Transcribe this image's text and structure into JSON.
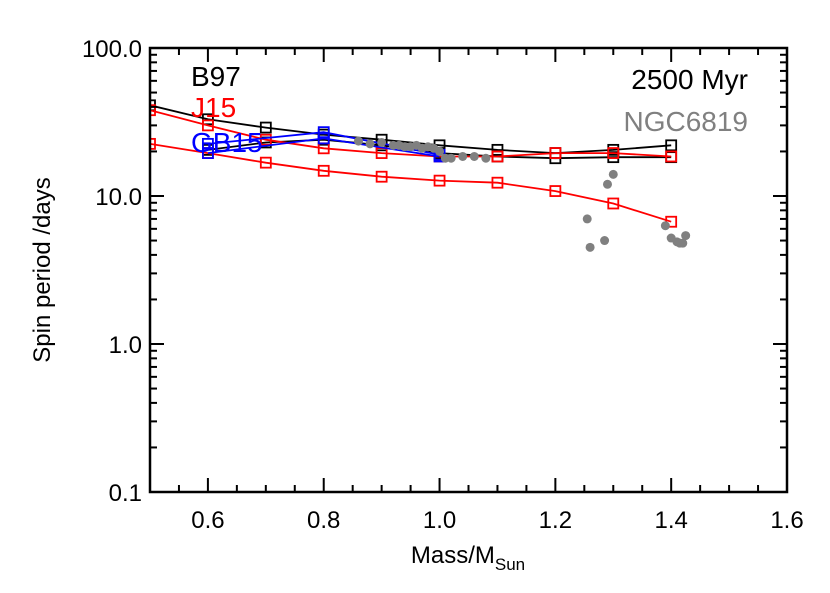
{
  "chart_data": {
    "type": "scatter",
    "title": "",
    "xlabel": "Mass/M",
    "xlabel_sub": "Sun",
    "ylabel": "Spin period /days",
    "xlim": [
      0.5,
      1.6
    ],
    "ylim": [
      0.1,
      100.0
    ],
    "y_scale": "log",
    "grid": false,
    "x_ticks": [
      0.6,
      0.8,
      1.0,
      1.2,
      1.4,
      1.6
    ],
    "x_tick_labels": [
      "0.6",
      "0.8",
      "1.0",
      "1.2",
      "1.4",
      "1.6"
    ],
    "y_ticks": [
      0.1,
      1.0,
      10.0,
      100.0
    ],
    "y_tick_labels": [
      "0.1",
      "1.0",
      "10.0",
      "100.0"
    ],
    "annotations": [
      {
        "text": "2500 Myr",
        "color": "#000000",
        "position": "top-right"
      },
      {
        "text": "NGC6819",
        "color": "#808080",
        "position": "top-right"
      }
    ],
    "legend_position": "top-left",
    "series": [
      {
        "name": "B97",
        "color": "#000000",
        "style": "line-square",
        "lines": [
          {
            "x": [
              0.5,
              0.6,
              0.7,
              0.8,
              0.9,
              1.0,
              1.1,
              1.2,
              1.3,
              1.4
            ],
            "y": [
              41.0,
              33.0,
              29.0,
              26.0,
              24.0,
              22.0,
              20.5,
              19.5,
              20.5,
              22.0
            ]
          },
          {
            "x": [
              0.6,
              0.7,
              0.8,
              0.9,
              1.0,
              1.1,
              1.2,
              1.3,
              1.4
            ],
            "y": [
              20.5,
              23.0,
              24.0,
              22.0,
              19.5,
              18.5,
              18.0,
              18.3,
              18.3
            ]
          }
        ]
      },
      {
        "name": "J15",
        "color": "#ff0000",
        "style": "line-square",
        "lines": [
          {
            "x": [
              0.5,
              0.6,
              0.7,
              0.8,
              0.9,
              1.0,
              1.1,
              1.2,
              1.3,
              1.4
            ],
            "y": [
              38.0,
              30.0,
              24.0,
              21.0,
              19.5,
              18.5,
              18.5,
              19.5,
              19.5,
              18.5
            ]
          },
          {
            "x": [
              0.5,
              0.6,
              0.7,
              0.8,
              0.9,
              1.0,
              1.1,
              1.2,
              1.3,
              1.4
            ],
            "y": [
              22.5,
              19.5,
              16.8,
              14.8,
              13.5,
              12.7,
              12.3,
              10.8,
              8.9,
              6.7
            ]
          }
        ]
      },
      {
        "name": "GB15",
        "color": "#0000ff",
        "style": "line-square",
        "lines": [
          {
            "x": [
              0.6,
              0.8,
              1.0
            ],
            "y": [
              22.5,
              27.0,
              19.0
            ]
          },
          {
            "x": [
              0.6,
              0.8,
              1.0
            ],
            "y": [
              19.5,
              24.5,
              18.5
            ]
          }
        ]
      },
      {
        "name": "NGC6819",
        "color": "#808080",
        "style": "dots",
        "x": [
          0.86,
          0.88,
          0.9,
          0.92,
          0.93,
          0.94,
          0.95,
          0.96,
          0.97,
          0.98,
          0.99,
          1.0,
          1.01,
          1.02,
          1.04,
          1.06,
          1.08,
          1.255,
          1.26,
          1.285,
          1.29,
          1.3,
          1.39,
          1.4,
          1.41,
          1.415,
          1.42,
          1.425
        ],
        "y": [
          23.5,
          22.5,
          23.0,
          22.0,
          22.0,
          21.5,
          21.5,
          22.0,
          21.0,
          21.5,
          21.0,
          20.0,
          18.0,
          18.0,
          18.5,
          18.5,
          18.0,
          7.0,
          4.5,
          5.0,
          12.0,
          14.0,
          6.3,
          5.2,
          4.9,
          4.8,
          4.8,
          5.4
        ]
      }
    ]
  }
}
